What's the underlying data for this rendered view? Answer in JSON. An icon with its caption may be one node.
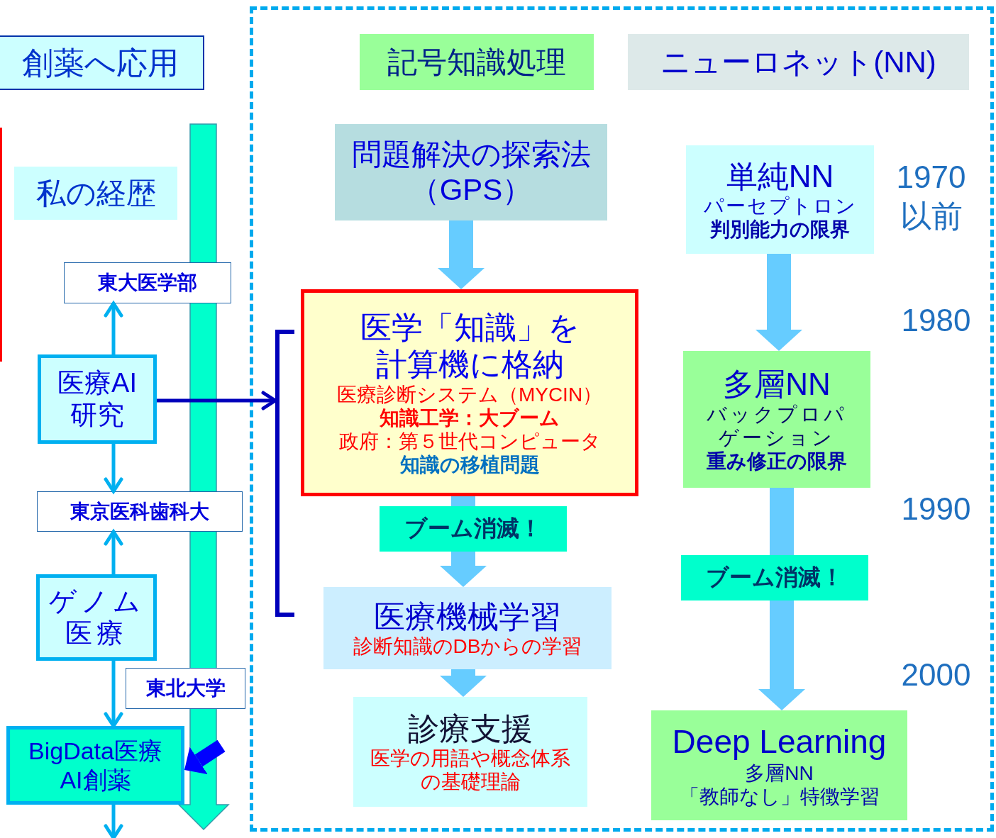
{
  "diagram": {
    "nodes": [
      {
        "text": [
          "創薬へ応用"
        ]
      },
      {
        "text": [
          "私の経歴"
        ]
      },
      {
        "text": [
          "東大医学部"
        ]
      },
      {
        "text": [
          "医療AI研究"
        ]
      },
      {
        "text": [
          "東京医科歯科大"
        ]
      },
      {
        "text": [
          "ゲノム医療"
        ]
      },
      {
        "text": [
          "東北大学"
        ]
      },
      {
        "text": [
          "BigData医療AI創薬"
        ]
      },
      {
        "text": [],
        "shape": "box"
      },
      {
        "text": [
          "記号知識処理"
        ],
        "in": 8
      },
      {
        "text": [
          "ニューロネット(NN)"
        ],
        "in": 8
      },
      {
        "text": [
          "問題解決の探索法（GPS）"
        ],
        "in": 8
      },
      {
        "text": [
          "医学「知識」を計算機に格納",
          "医療診断システム（MYCIN）",
          "知識工学：大ブーム",
          "政府：第５世代コンピュータ",
          "知識の移植問題"
        ],
        "in": 8
      },
      {
        "text": [
          "ブーム消滅！"
        ],
        "in": 8
      },
      {
        "text": [
          "医療機械学習",
          "診断知識のDBからの学習"
        ],
        "in": 8
      },
      {
        "text": [
          "診療支援",
          "医学の用語や概念体系の基礎理論"
        ],
        "in": 8
      },
      {
        "text": [
          "単純NN",
          "パーセプトロン",
          "判別能力の限界"
        ],
        "in": 8
      },
      {
        "text": [
          "多層NN",
          "バックプロパゲーション",
          "重み修正の限界"
        ],
        "in": 8
      },
      {
        "text": [
          "ブーム消滅！"
        ],
        "in": 8
      },
      {
        "text": [
          "Deep Learning",
          "多層NN",
          "「教師なし」特徴学習"
        ],
        "in": 8
      },
      {
        "text": [],
        "shape": "bracket",
        "in": 8
      }
    ],
    "edges": [
      {
        "from": 3,
        "to": 2,
        "arrow": "to",
        "color": "#00b0f0"
      },
      {
        "from": 3,
        "to": 4,
        "arrow": "to",
        "color": "#00b0f0"
      },
      {
        "from": 5,
        "to": 4,
        "arrow": "to",
        "color": "#00b0f0"
      },
      {
        "from": 5,
        "to": 7,
        "arrow": "to",
        "color": "#00b0f0"
      },
      {
        "from": 7,
        "to": null,
        "arrow": "to",
        "color": "#00b0f0"
      },
      {
        "from": null,
        "to": 7,
        "arrow": "to",
        "color": "#0000ff"
      },
      {
        "from": 3,
        "to": 20,
        "arrow": "to",
        "color": "#0000bb"
      },
      {
        "from": 11,
        "to": 12,
        "arrow": "to"
      },
      {
        "from": 12,
        "to": 13,
        "arrow": "none"
      },
      {
        "from": 13,
        "to": 14,
        "arrow": "to"
      },
      {
        "from": 14,
        "to": 15,
        "arrow": "to"
      },
      {
        "from": 16,
        "to": 17,
        "arrow": "to"
      },
      {
        "from": 17,
        "to": 18,
        "arrow": "none"
      },
      {
        "from": 18,
        "to": 19,
        "arrow": "to"
      }
    ],
    "labels": [
      "1970以前",
      "1980",
      "1990",
      "2000"
    ]
  }
}
